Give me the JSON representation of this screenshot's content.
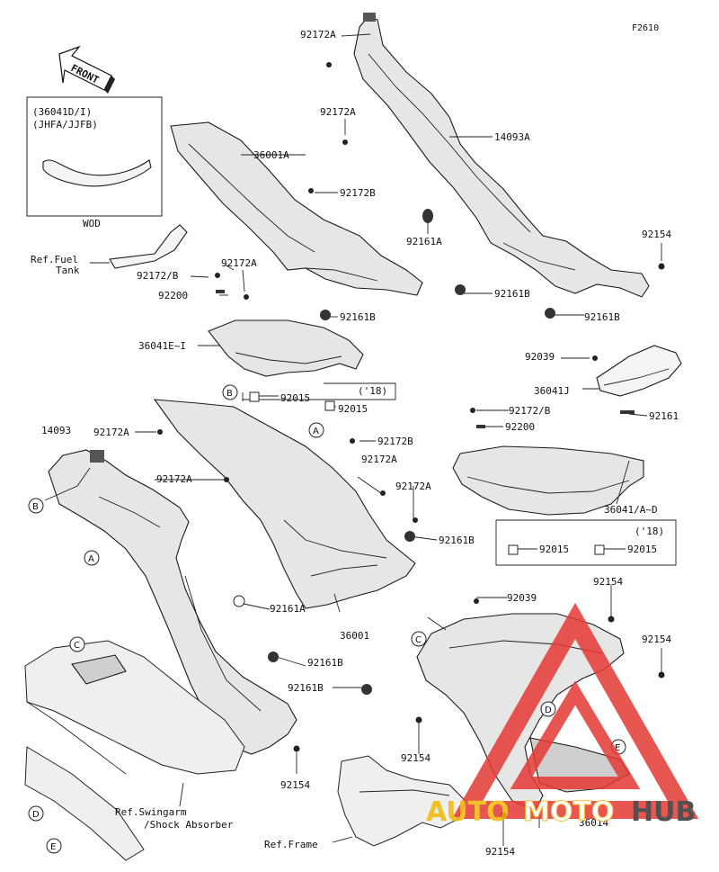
{
  "figure_code": "F2610",
  "front_label": "FRONT",
  "inset": {
    "note_line1": "(36041D/I)",
    "note_line2": "(JHFA/JJFB)",
    "caption": "WOD"
  },
  "refs": {
    "fuel_tank_1": "Ref.Fuel",
    "fuel_tank_2": "Tank",
    "swingarm_1": "Ref.Swingarm",
    "swingarm_2": "/Shock Absorber",
    "frame": "Ref.Frame"
  },
  "parts": {
    "p92172A_top": "92172A",
    "p92172A_mid": "92172A",
    "p14093A": "14093A",
    "p36001A": "36001A",
    "p92172B_top": "92172B",
    "p92161A_top": "92161A",
    "p92154_right": "92154",
    "p92172B_slash": "92172/B",
    "p92172A_c": "92172A",
    "p92200_l": "92200",
    "p92161B_r1": "92161B",
    "p92161B_r2": "92161B",
    "p92161B_l1": "92161B",
    "p36041E": "36041E~I",
    "p92015_l1": "92015",
    "p18_l": "('18)",
    "p92015_l2": "92015",
    "p92039_r": "92039",
    "p36041J": "36041J",
    "p92161_r": "92161",
    "p92172B_r": "92172/B",
    "p92200_r": "92200",
    "p36041AD": "36041/A~D",
    "p18_r": "('18)",
    "p92015_r1": "92015",
    "p92015_r2": "92015",
    "p14093": "14093",
    "p92172A_l": "92172A",
    "p92172B_mid": "92172B",
    "p92172A_m1": "92172A",
    "p92172A_m2": "92172A",
    "p92172A_m3": "92172A",
    "p92161B_mid": "92161B",
    "p92161A_mid": "92161A",
    "p36001": "36001",
    "p92161B_low": "92161B",
    "p92161B_low2": "92161B",
    "p92154_low": "92154",
    "p92039_low": "92039",
    "p92154_r1": "92154",
    "p92154_r2": "92154",
    "p92154_c": "92154",
    "p36014": "36014",
    "p92154_bottom": "92154"
  },
  "callouts": {
    "A": "A",
    "B": "B",
    "C": "C",
    "D": "D",
    "E": "E"
  },
  "watermark": {
    "part1": "AUTO",
    "part2": "MOTO",
    "part3": "HUB",
    "color_auto": "#f2b705",
    "color_moto": "#ffffff",
    "color_hub": "#333333",
    "triangle_color": "#e53935"
  }
}
